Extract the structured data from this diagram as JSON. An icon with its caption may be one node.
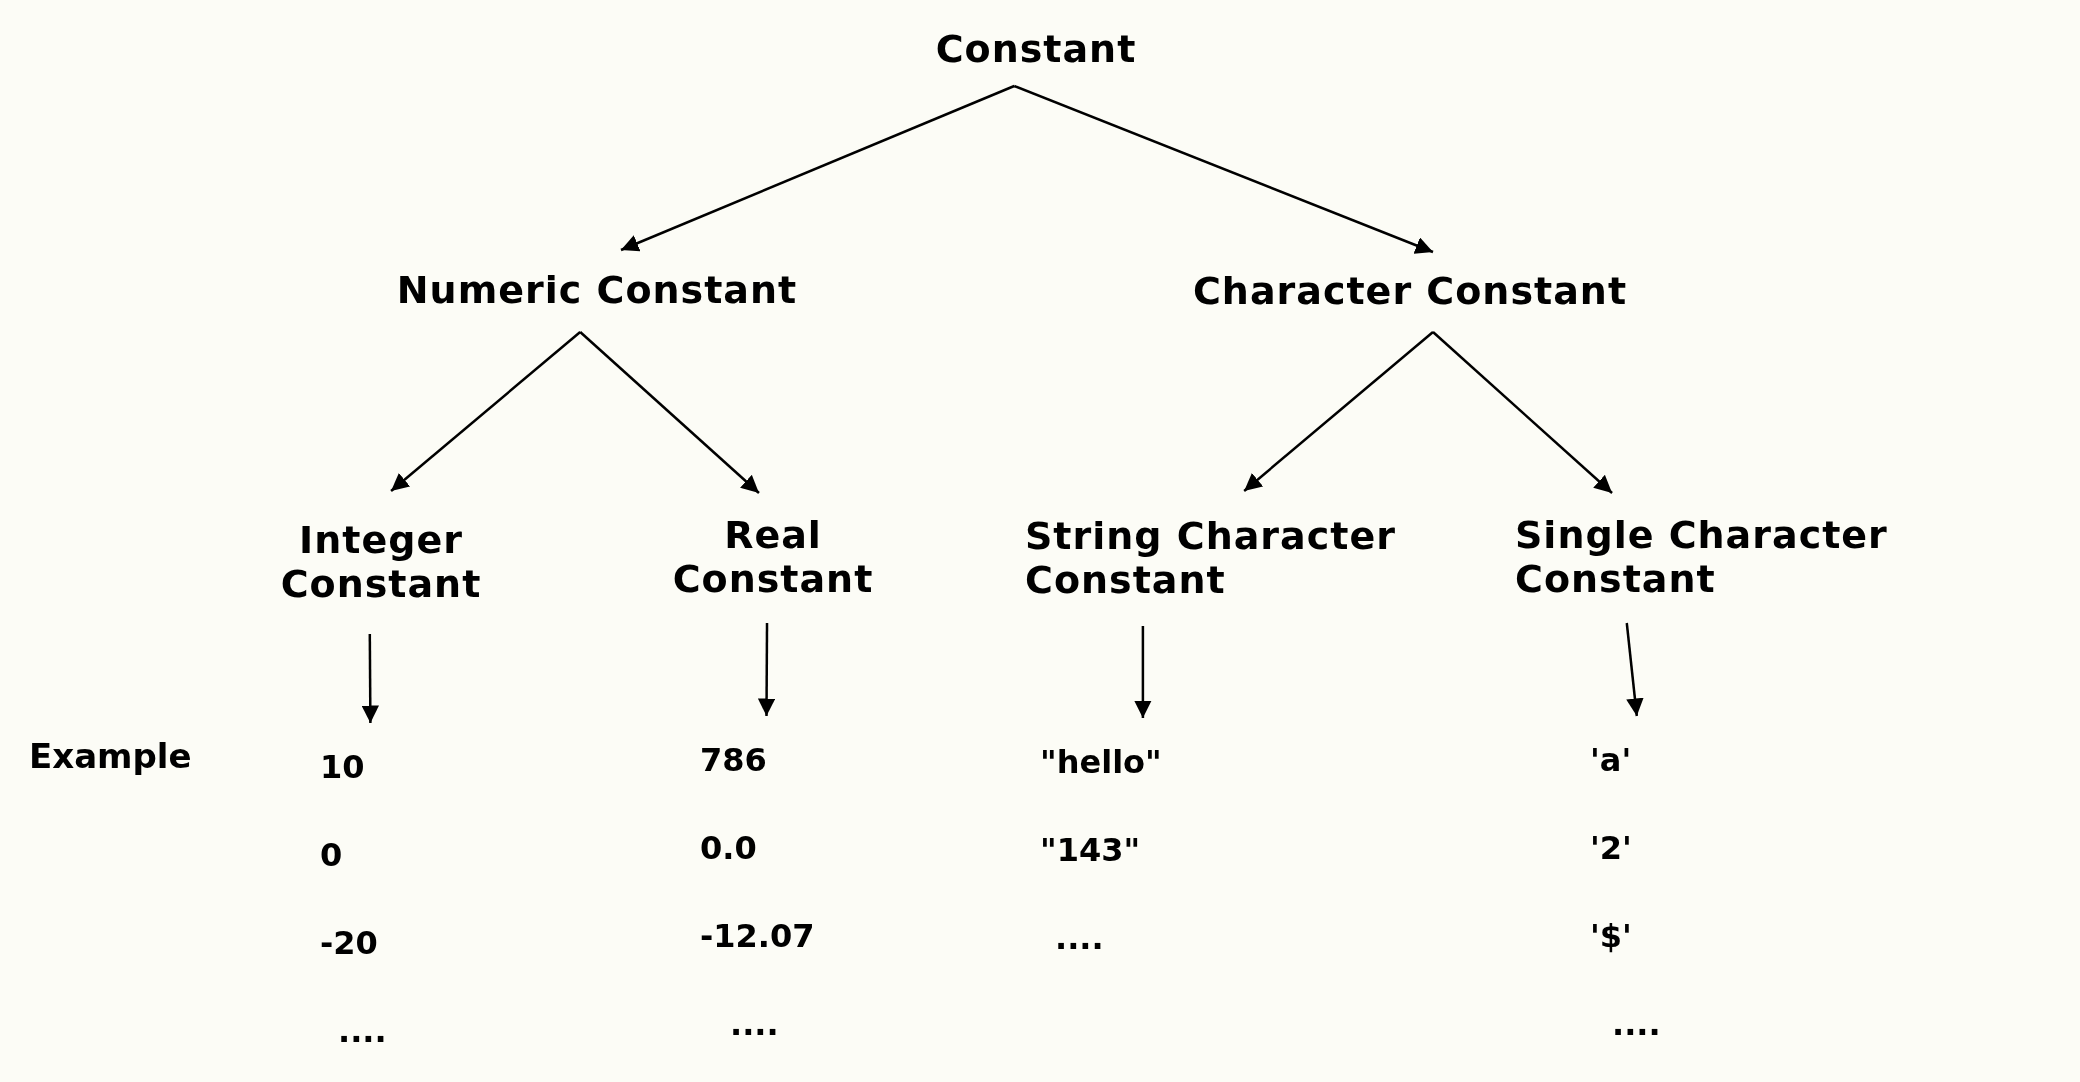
{
  "diagram": {
    "nodes": [
      {
        "text": [
          "Constant"
        ]
      },
      {
        "text": [
          "Numeric Constant"
        ]
      },
      {
        "text": [
          "Character Constant"
        ]
      },
      {
        "text": [
          "Integer Constant"
        ]
      },
      {
        "text": [
          "Real Constant"
        ]
      },
      {
        "text": [
          "String Character Constant"
        ]
      },
      {
        "text": [
          "Single Character Constant"
        ]
      },
      {
        "text": [
          "10",
          "0",
          "-20",
          "...."
        ]
      },
      {
        "text": [
          "786",
          "0.0",
          "-12.07",
          "...."
        ]
      },
      {
        "text": [
          "\"hello\"",
          "\"143\"",
          "...."
        ]
      },
      {
        "text": [
          "'a'",
          "'2'",
          "'$'",
          "...."
        ]
      }
    ],
    "edges": [
      {
        "from": 0,
        "to": 1,
        "arrow": "to"
      },
      {
        "from": 0,
        "to": 2,
        "arrow": "to"
      },
      {
        "from": 1,
        "to": 3,
        "arrow": "to"
      },
      {
        "from": 1,
        "to": 4,
        "arrow": "to"
      },
      {
        "from": 2,
        "to": 5,
        "arrow": "to"
      },
      {
        "from": 2,
        "to": 6,
        "arrow": "to"
      },
      {
        "from": 3,
        "to": 7,
        "arrow": "to"
      },
      {
        "from": 4,
        "to": 8,
        "arrow": "to"
      },
      {
        "from": 5,
        "to": 9,
        "arrow": "to"
      },
      {
        "from": 6,
        "to": 10,
        "arrow": "to"
      }
    ],
    "labels": [
      "Example"
    ]
  }
}
